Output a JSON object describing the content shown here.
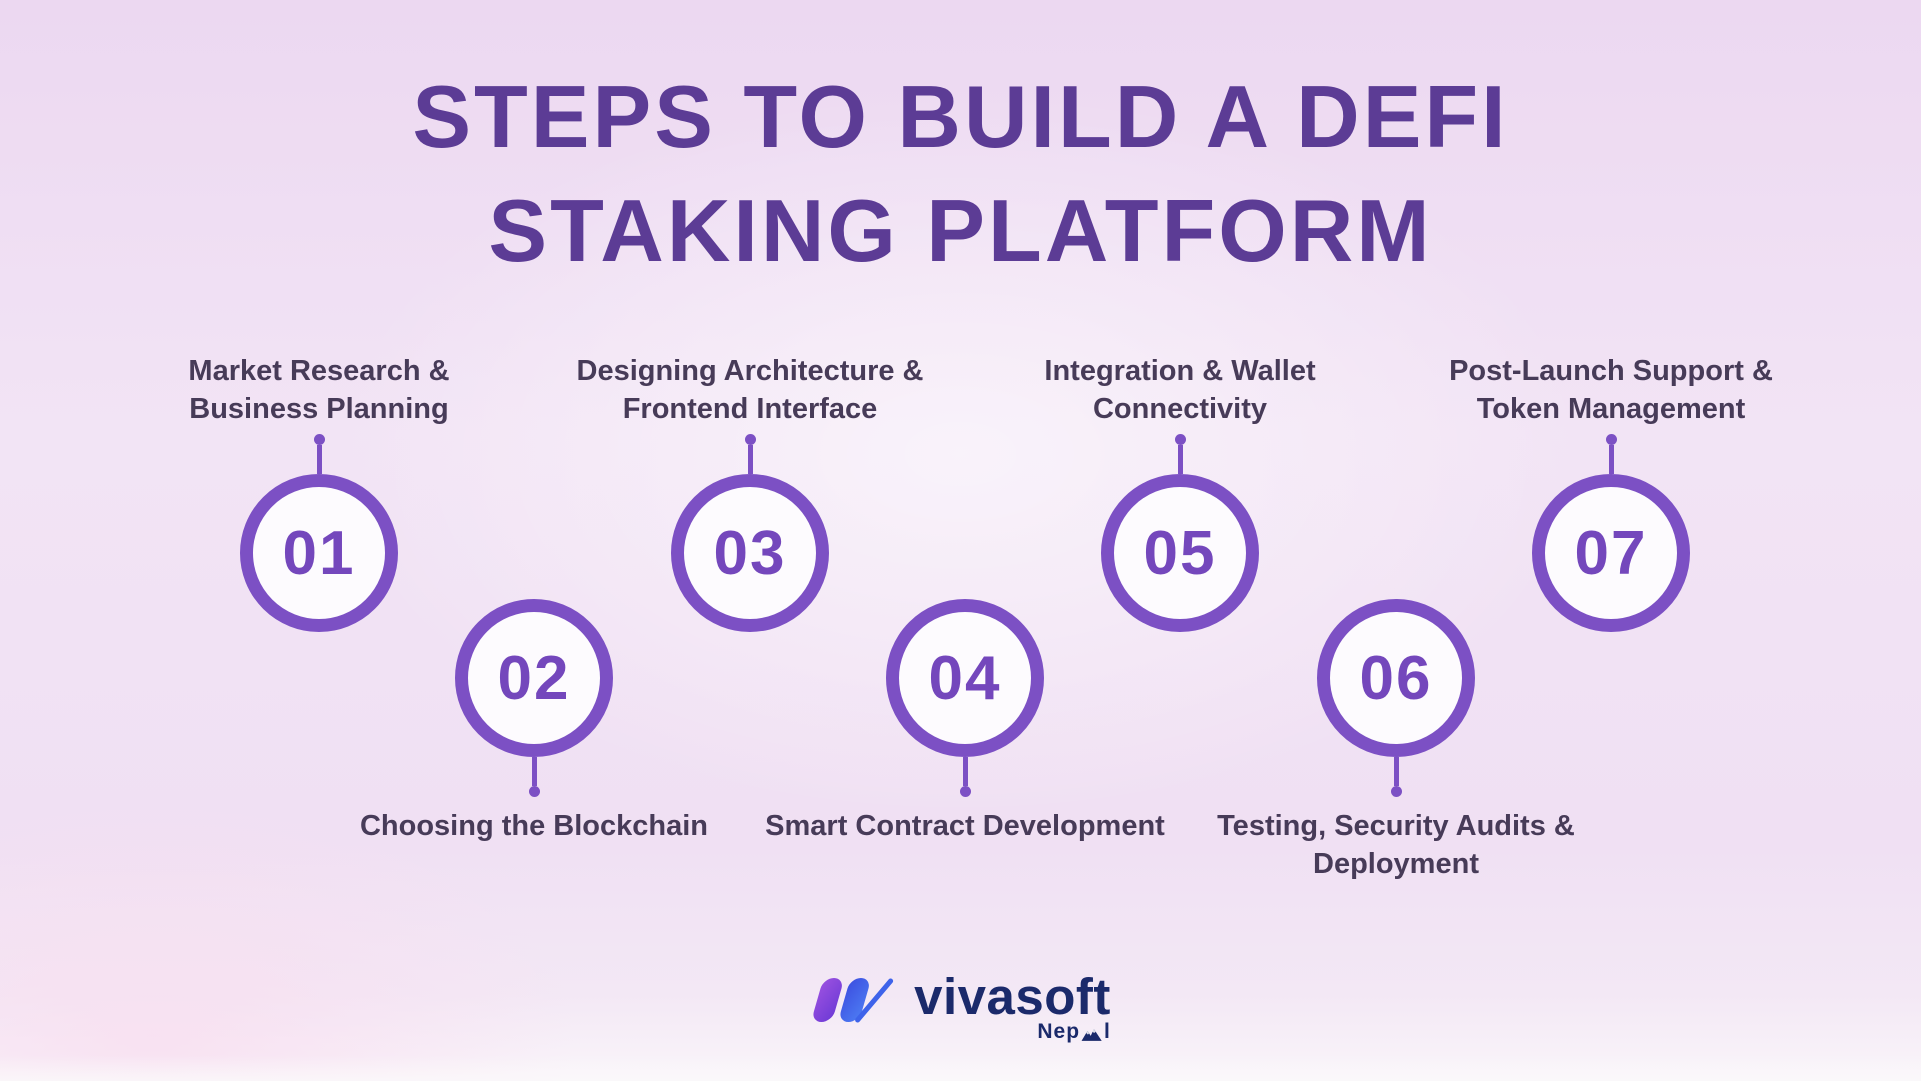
{
  "title": {
    "line1": "STEPS TO BUILD A DEFI",
    "line2": "STAKING PLATFORM"
  },
  "steps": [
    {
      "number": "01",
      "label_line1": "Market Research &",
      "label_line2": "Business Planning",
      "position": "top"
    },
    {
      "number": "02",
      "label_line1": "Choosing the",
      "label_line2": "Blockchain",
      "position": "bottom"
    },
    {
      "number": "03",
      "label_line1": "Designing Architecture &",
      "label_line2": "Frontend Interface",
      "position": "top"
    },
    {
      "number": "04",
      "label_line1": "Smart Contract",
      "label_line2": "Development",
      "position": "bottom"
    },
    {
      "number": "05",
      "label_line1": "Integration & Wallet",
      "label_line2": "Connectivity",
      "position": "top"
    },
    {
      "number": "06",
      "label_line1": "Testing, Security Audits",
      "label_line2": "& Deployment",
      "position": "bottom"
    },
    {
      "number": "07",
      "label_line1": "Post-Launch Support &",
      "label_line2": "Token Management",
      "position": "top"
    }
  ],
  "footer": {
    "brand": "vivasoft",
    "region_prefix": "Nep",
    "region_suffix": "l",
    "region_full": "Nepal"
  },
  "colors": {
    "accent": "#7C50C4",
    "title-color": "#5C3C95",
    "label-color": "#473B58",
    "number-color": "#7447BC",
    "navy": "#1B2A6B",
    "background": "#F0E0F4",
    "icon-purple-start": "#9B51E0",
    "icon-purple-end": "#6D3AD6",
    "icon-blue-start": "#3C4FE0",
    "icon-blue-end": "#4D7CF3"
  }
}
